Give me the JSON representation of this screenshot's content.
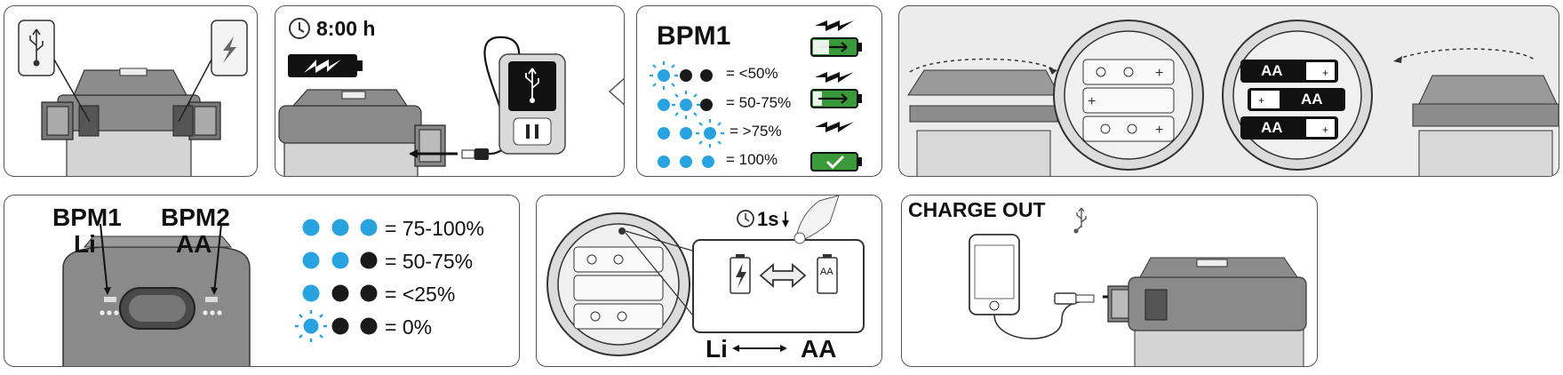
{
  "panel_timer": {
    "time": "8:00 h"
  },
  "bpm1_card": {
    "title": "BPM1",
    "rows": [
      {
        "text": "= <50%"
      },
      {
        "text": "= 50-75%"
      },
      {
        "text": "= >75%"
      },
      {
        "text": "= 100%"
      }
    ]
  },
  "dual_panel": {
    "label_bpm1": "BPM1",
    "label_li": "Li",
    "label_bpm2": "BPM2",
    "label_aa": "AA",
    "rows": [
      {
        "text": "= 75-100%"
      },
      {
        "text": "= 50-75%"
      },
      {
        "text": "= <25%"
      },
      {
        "text": "= 0%"
      }
    ]
  },
  "switch_panel": {
    "press_time": "1s",
    "li": "Li",
    "aa": "AA",
    "battery_aa_label": "AA"
  },
  "battery_labels": {
    "cell_1": "AA",
    "cell_2": "AA",
    "cell_3": "AA"
  },
  "charge_out": {
    "title": "CHARGE OUT"
  },
  "colors": {
    "led_blue": "#29a3e0",
    "led_off": "#1a1a1a",
    "charge_green": "#3a9a3a",
    "outline": "#222222"
  }
}
